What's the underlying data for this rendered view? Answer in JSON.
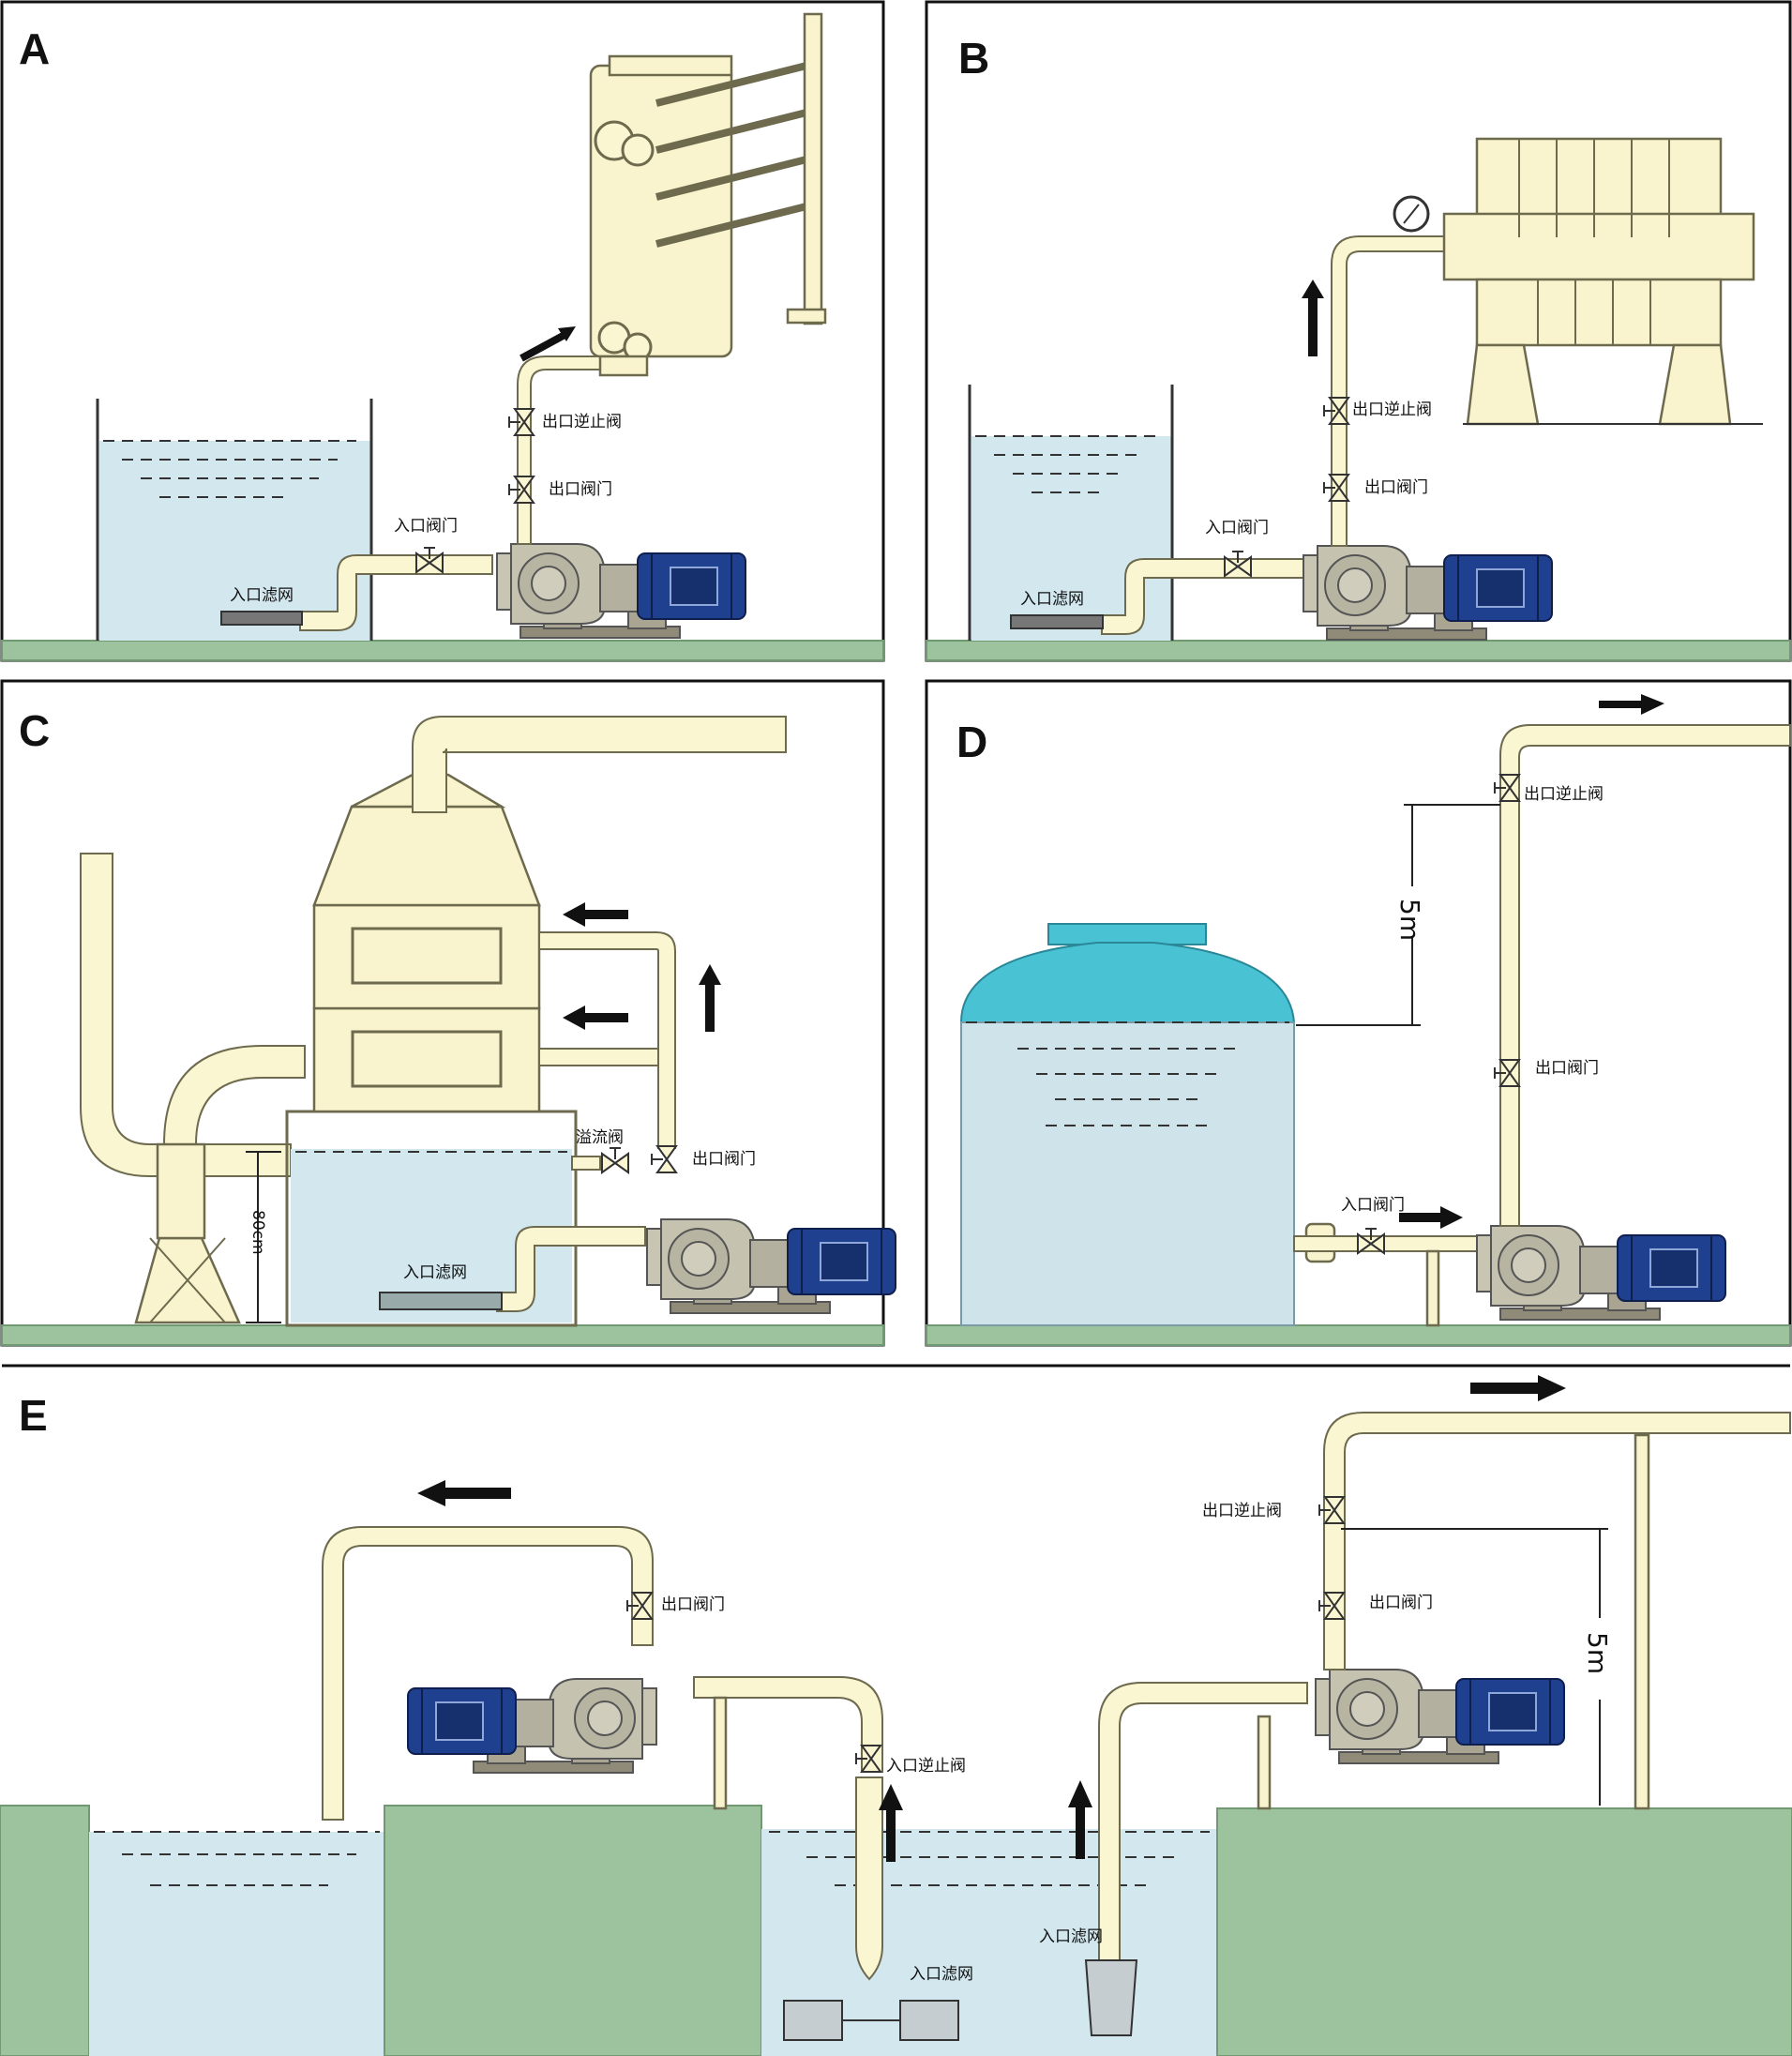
{
  "panels": [
    {
      "id": "A",
      "letter": "A",
      "labels": {
        "outlet_check_valve": "出口逆止阀",
        "outlet_valve": "出口阀门",
        "inlet_valve": "入口阀门",
        "inlet_filter": "入口滤网"
      }
    },
    {
      "id": "B",
      "letter": "B",
      "labels": {
        "outlet_check_valve": "出口逆止阀",
        "outlet_valve": "出口阀门",
        "inlet_valve": "入口阀门",
        "inlet_filter": "入口滤网"
      }
    },
    {
      "id": "C",
      "letter": "C",
      "labels": {
        "drain_valve": "溢流阀",
        "outlet_valve": "出口阀门",
        "inlet_filter": "入口滤网",
        "height": "80cm"
      }
    },
    {
      "id": "D",
      "letter": "D",
      "labels": {
        "outlet_check_valve": "出口逆止阀",
        "outlet_valve": "出口阀门",
        "inlet_valve": "入口阀门",
        "height": "5m"
      }
    },
    {
      "id": "E",
      "letter": "E",
      "labels": {
        "outlet_valve_left": "出口阀门",
        "inlet_check_valve": "入口逆止阀",
        "inlet_filter_left": "入口滤网",
        "inlet_filter_right": "入口滤网",
        "outlet_check_valve": "出口逆止阀",
        "outlet_valve_right": "出口阀门",
        "height": "5m"
      }
    }
  ],
  "colors": {
    "motor": "#1f3f8f",
    "pump_body": "#b9b6a5",
    "pipe": "#fbf6d2",
    "water": "#d2e7ee",
    "ground": "#9cc39d",
    "tank_top": "#49c2d4"
  }
}
